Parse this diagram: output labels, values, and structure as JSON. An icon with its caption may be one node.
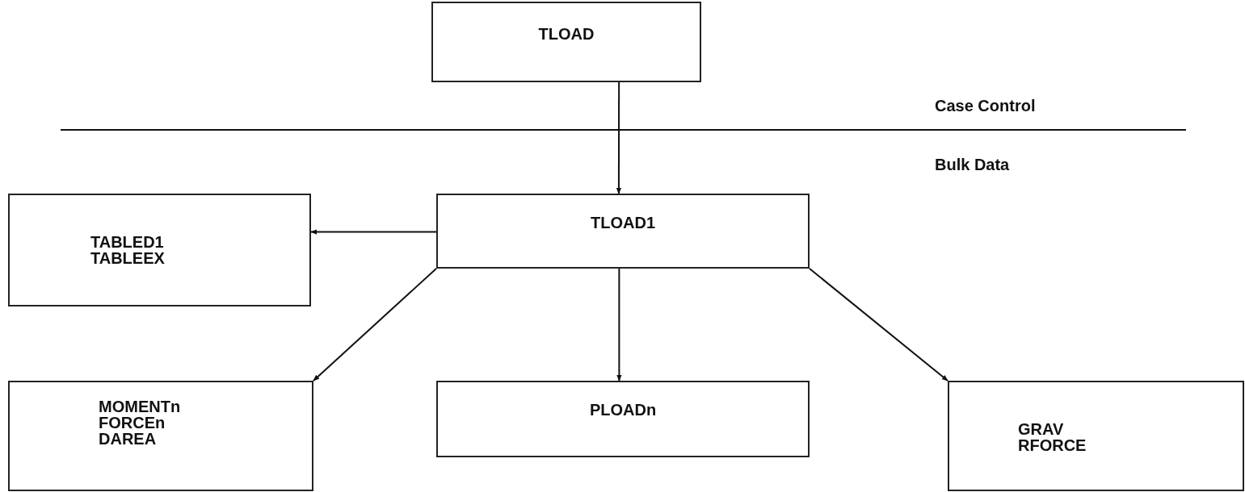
{
  "diagram": {
    "nodes": [
      {
        "text": [
          "TLOAD"
        ]
      },
      {
        "text": [
          "TLOAD1"
        ]
      },
      {
        "text": [
          "TABLED1",
          "TABLEEX"
        ]
      },
      {
        "text": [
          "MOMENTn",
          "FORCEn",
          "DAREA"
        ]
      },
      {
        "text": [
          "PLOADn"
        ]
      },
      {
        "text": [
          "GRAV",
          "RFORCE"
        ]
      }
    ],
    "edges": [
      {
        "from": 0,
        "to": 1,
        "arrow": "to"
      },
      {
        "from": 1,
        "to": 2,
        "arrow": "to"
      },
      {
        "from": 1,
        "to": 3,
        "arrow": "to"
      },
      {
        "from": 1,
        "to": 4,
        "arrow": "to"
      },
      {
        "from": 1,
        "to": 5,
        "arrow": "to"
      }
    ],
    "labels": [
      "Case Control",
      "Bulk Data"
    ]
  }
}
